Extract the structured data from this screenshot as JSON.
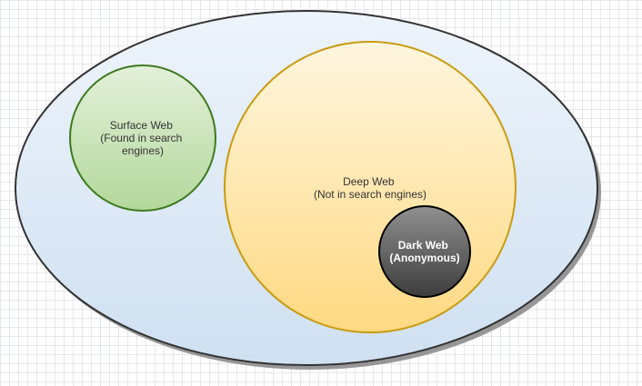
{
  "outer": {
    "fill_top": "#eef4fb",
    "fill_bottom": "#cfe0f1",
    "stroke": "#333333"
  },
  "surface_web": {
    "lines": [
      "Surface Web",
      "(Found in search",
      "engines)"
    ],
    "fill_top": "#e3f0da",
    "fill_bottom": "#b3d89b",
    "stroke": "#3e7a1e"
  },
  "deep_web": {
    "lines": [
      "Deep Web",
      "(Not in search engines)"
    ],
    "fill_top": "#fff6df",
    "fill_bottom": "#ffd982",
    "stroke": "#c99c12"
  },
  "dark_web": {
    "lines": [
      "Dark Web",
      "(Anonymous)"
    ],
    "fill_top": "#909090",
    "fill_bottom": "#3d3d3d",
    "stroke": "#000000"
  }
}
